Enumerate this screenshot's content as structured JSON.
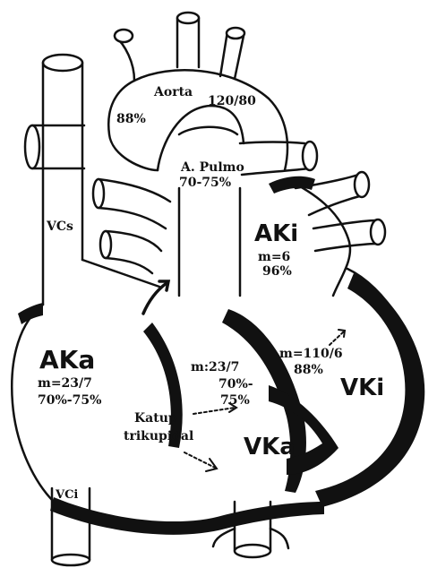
{
  "labels": {
    "aorta": "Aorta",
    "aorta_pressure": "120/80",
    "aorta_saturation": "88%",
    "pulmo": "A. Pulmo",
    "pulmo_saturation": "70-75%",
    "vcs": "VCs",
    "vci": "VCi",
    "aki": "AKi",
    "aki_mean": "m=6",
    "aki_saturation": "96%",
    "aka": "AKa",
    "aka_pressure": "m=23/7",
    "aka_saturation": "70%-75%",
    "vka_pressure": "m:23/7",
    "vka_saturation_1": "70%-",
    "vka_saturation_2": "75%",
    "vki_pressure": "m=110/6",
    "vki_saturation": "88%",
    "vki": "VKi",
    "vka": "VKa",
    "valve_1": "Katup",
    "valve_2": "trikupidal"
  },
  "colors": {
    "ink": "#111111",
    "background": "#ffffff"
  }
}
